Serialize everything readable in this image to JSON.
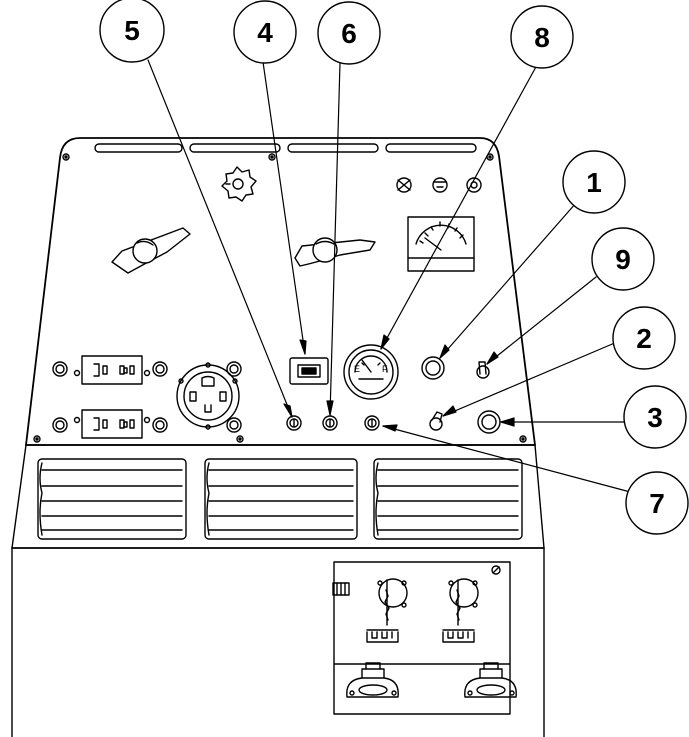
{
  "diagram": {
    "callouts": [
      {
        "id": "callout-1",
        "number": "1"
      },
      {
        "id": "callout-2",
        "number": "2"
      },
      {
        "id": "callout-3",
        "number": "3"
      },
      {
        "id": "callout-4",
        "number": "4"
      },
      {
        "id": "callout-5",
        "number": "5"
      },
      {
        "id": "callout-6",
        "number": "6"
      },
      {
        "id": "callout-7",
        "number": "7"
      },
      {
        "id": "callout-8",
        "number": "8"
      },
      {
        "id": "callout-9",
        "number": "9"
      }
    ],
    "fuel_gauge": {
      "empty_label": "E",
      "full_label": "F"
    },
    "colors": {
      "line": "#000000",
      "background": "#ffffff",
      "fill": "#ffffff"
    }
  }
}
